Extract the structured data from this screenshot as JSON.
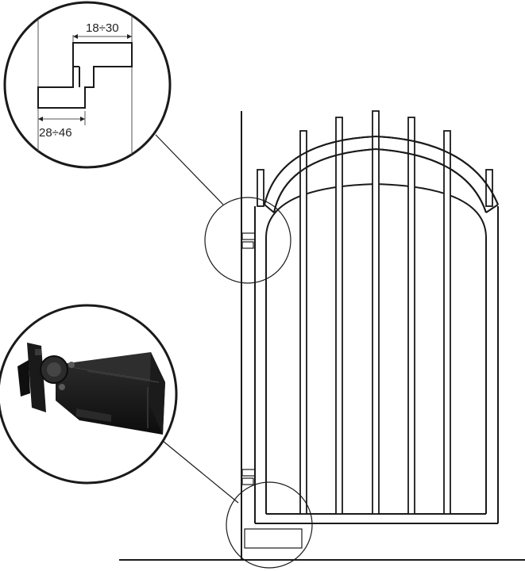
{
  "diagram": {
    "top_detail": {
      "dimension_upper": "18÷30",
      "dimension_lower": "28÷46"
    },
    "bottom_detail": {
      "image": "black-hydraulic-hinge-closer"
    },
    "colors": {
      "line": "#1a1a1a",
      "background": "#ffffff",
      "device": "#141414"
    }
  }
}
